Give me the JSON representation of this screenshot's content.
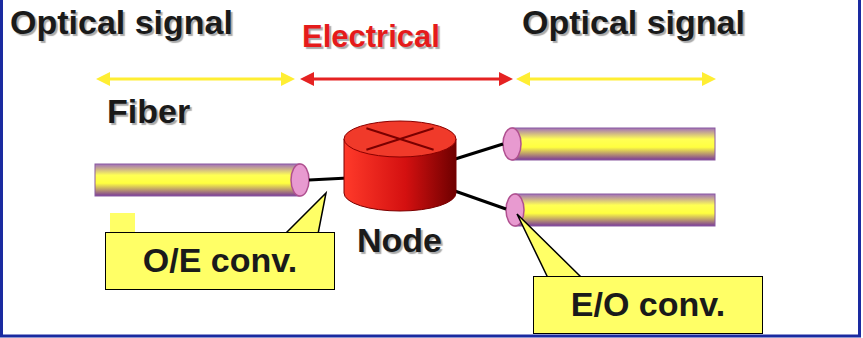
{
  "diagram": {
    "nodes": [
      {
        "text": [
          "Node"
        ]
      },
      {
        "text": [
          "O/E conv."
        ]
      },
      {
        "text": [
          "E/O conv."
        ]
      }
    ],
    "labels": [
      "Optical signal",
      "Electrical",
      "Optical signal",
      "Fiber"
    ]
  }
}
